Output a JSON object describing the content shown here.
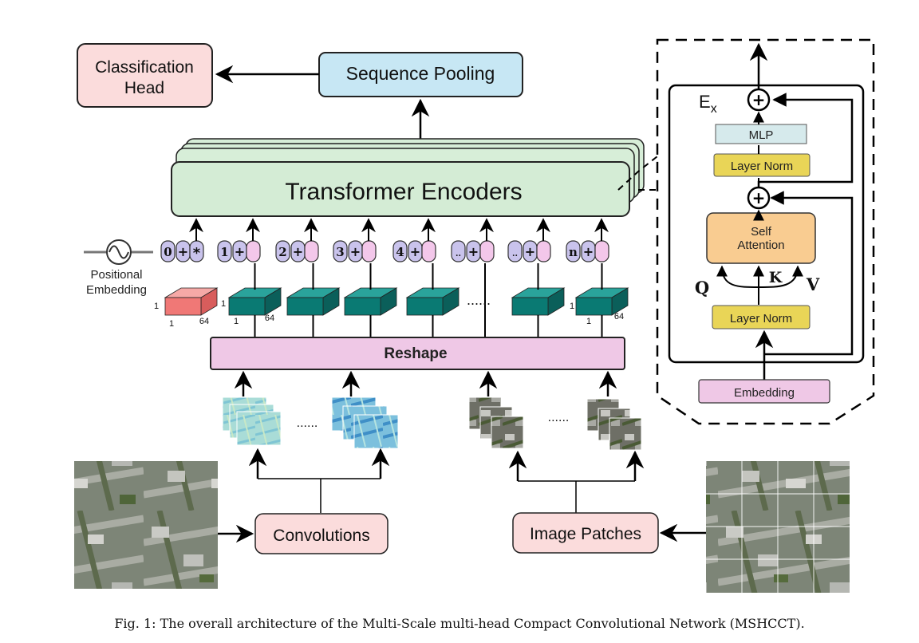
{
  "diagram": {
    "classification_head": "Classification\nHead",
    "sequence_pooling": "Sequence Pooling",
    "transformer_encoders": "Transformer Encoders",
    "positional_embedding": "Positional\nEmbedding",
    "reshape": "Reshape",
    "convolutions": "Convolutions",
    "image_patches": "Image Patches",
    "ellipsis": "......",
    "tokens": [
      {
        "id": "0",
        "mark": "*"
      },
      {
        "id": "1",
        "mark": ""
      },
      {
        "id": "2",
        "mark": ""
      },
      {
        "id": "3",
        "mark": ""
      },
      {
        "id": "4",
        "mark": ""
      },
      {
        "id": "..",
        "mark": ""
      },
      {
        "id": "..",
        "mark": ""
      },
      {
        "id": "n",
        "mark": ""
      }
    ],
    "plus_sign": "+",
    "dims": {
      "one": "1",
      "sixtyfour": "64"
    }
  },
  "encoder_block": {
    "ex_label": "E",
    "ex_sub": "x",
    "mlp": "MLP",
    "layer_norm_top": "Layer Norm",
    "self_attention": "Self\nAttention",
    "layer_norm_bottom": "Layer Norm",
    "embedding": "Embedding",
    "q": "Q",
    "k": "K",
    "v": "V"
  },
  "caption": "Fig. 1: The overall architecture of the Multi-Scale multi-head Compact Convolutional Network (MSHCCT)."
}
